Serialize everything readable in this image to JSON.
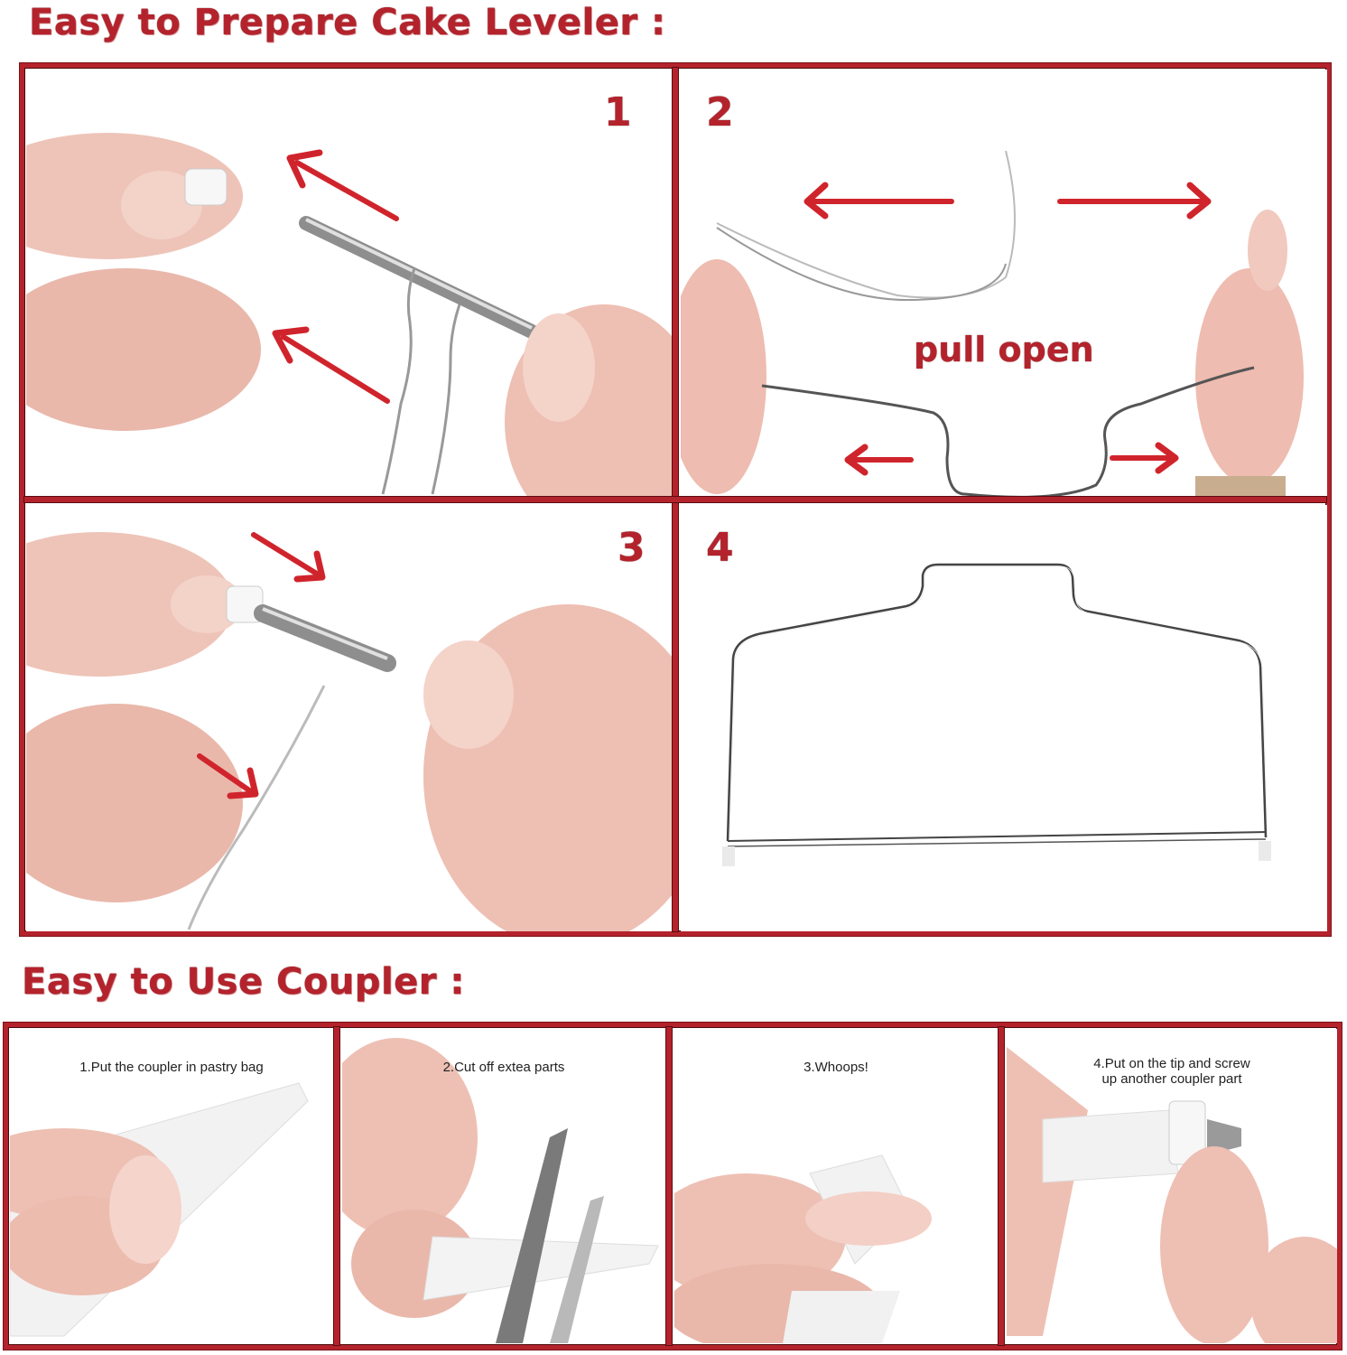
{
  "headings": {
    "leveler": "Easy to Prepare Cake Leveler :",
    "coupler": "Easy to Use Coupler :"
  },
  "leveler_steps": [
    {
      "number": "1",
      "illustration": "hands sliding white cap onto metal rod with clips, two red arrows pointing up-left"
    },
    {
      "number": "2",
      "label": "pull open",
      "illustration": "two hands pulling cake leveler wire apart, four red arrows pointing outward"
    },
    {
      "number": "3",
      "illustration": "hands attaching wire clip to metal rod, two red arrows pointing down-right"
    },
    {
      "number": "4",
      "illustration": "assembled cake leveler wire frame"
    }
  ],
  "coupler_steps": [
    {
      "caption": "1.Put the coupler in pastry bag",
      "illustration": "hand holding clear pastry bag with coupler"
    },
    {
      "caption": "2.Cut off extea parts",
      "illustration": "scissors cutting tip of pastry bag"
    },
    {
      "caption": "3.Whoops!",
      "illustration": "hand holding pastry bag with coupler tip exposed"
    },
    {
      "caption_line1": "4.Put on the tip and screw",
      "caption_line2": "up another coupler part",
      "illustration": "hand screwing piping tip onto coupler"
    }
  ],
  "colors": {
    "accent_red": "#b4232c",
    "arrow_red": "#d0242c",
    "skin": "#e8b9ae",
    "background": "#ffffff"
  }
}
